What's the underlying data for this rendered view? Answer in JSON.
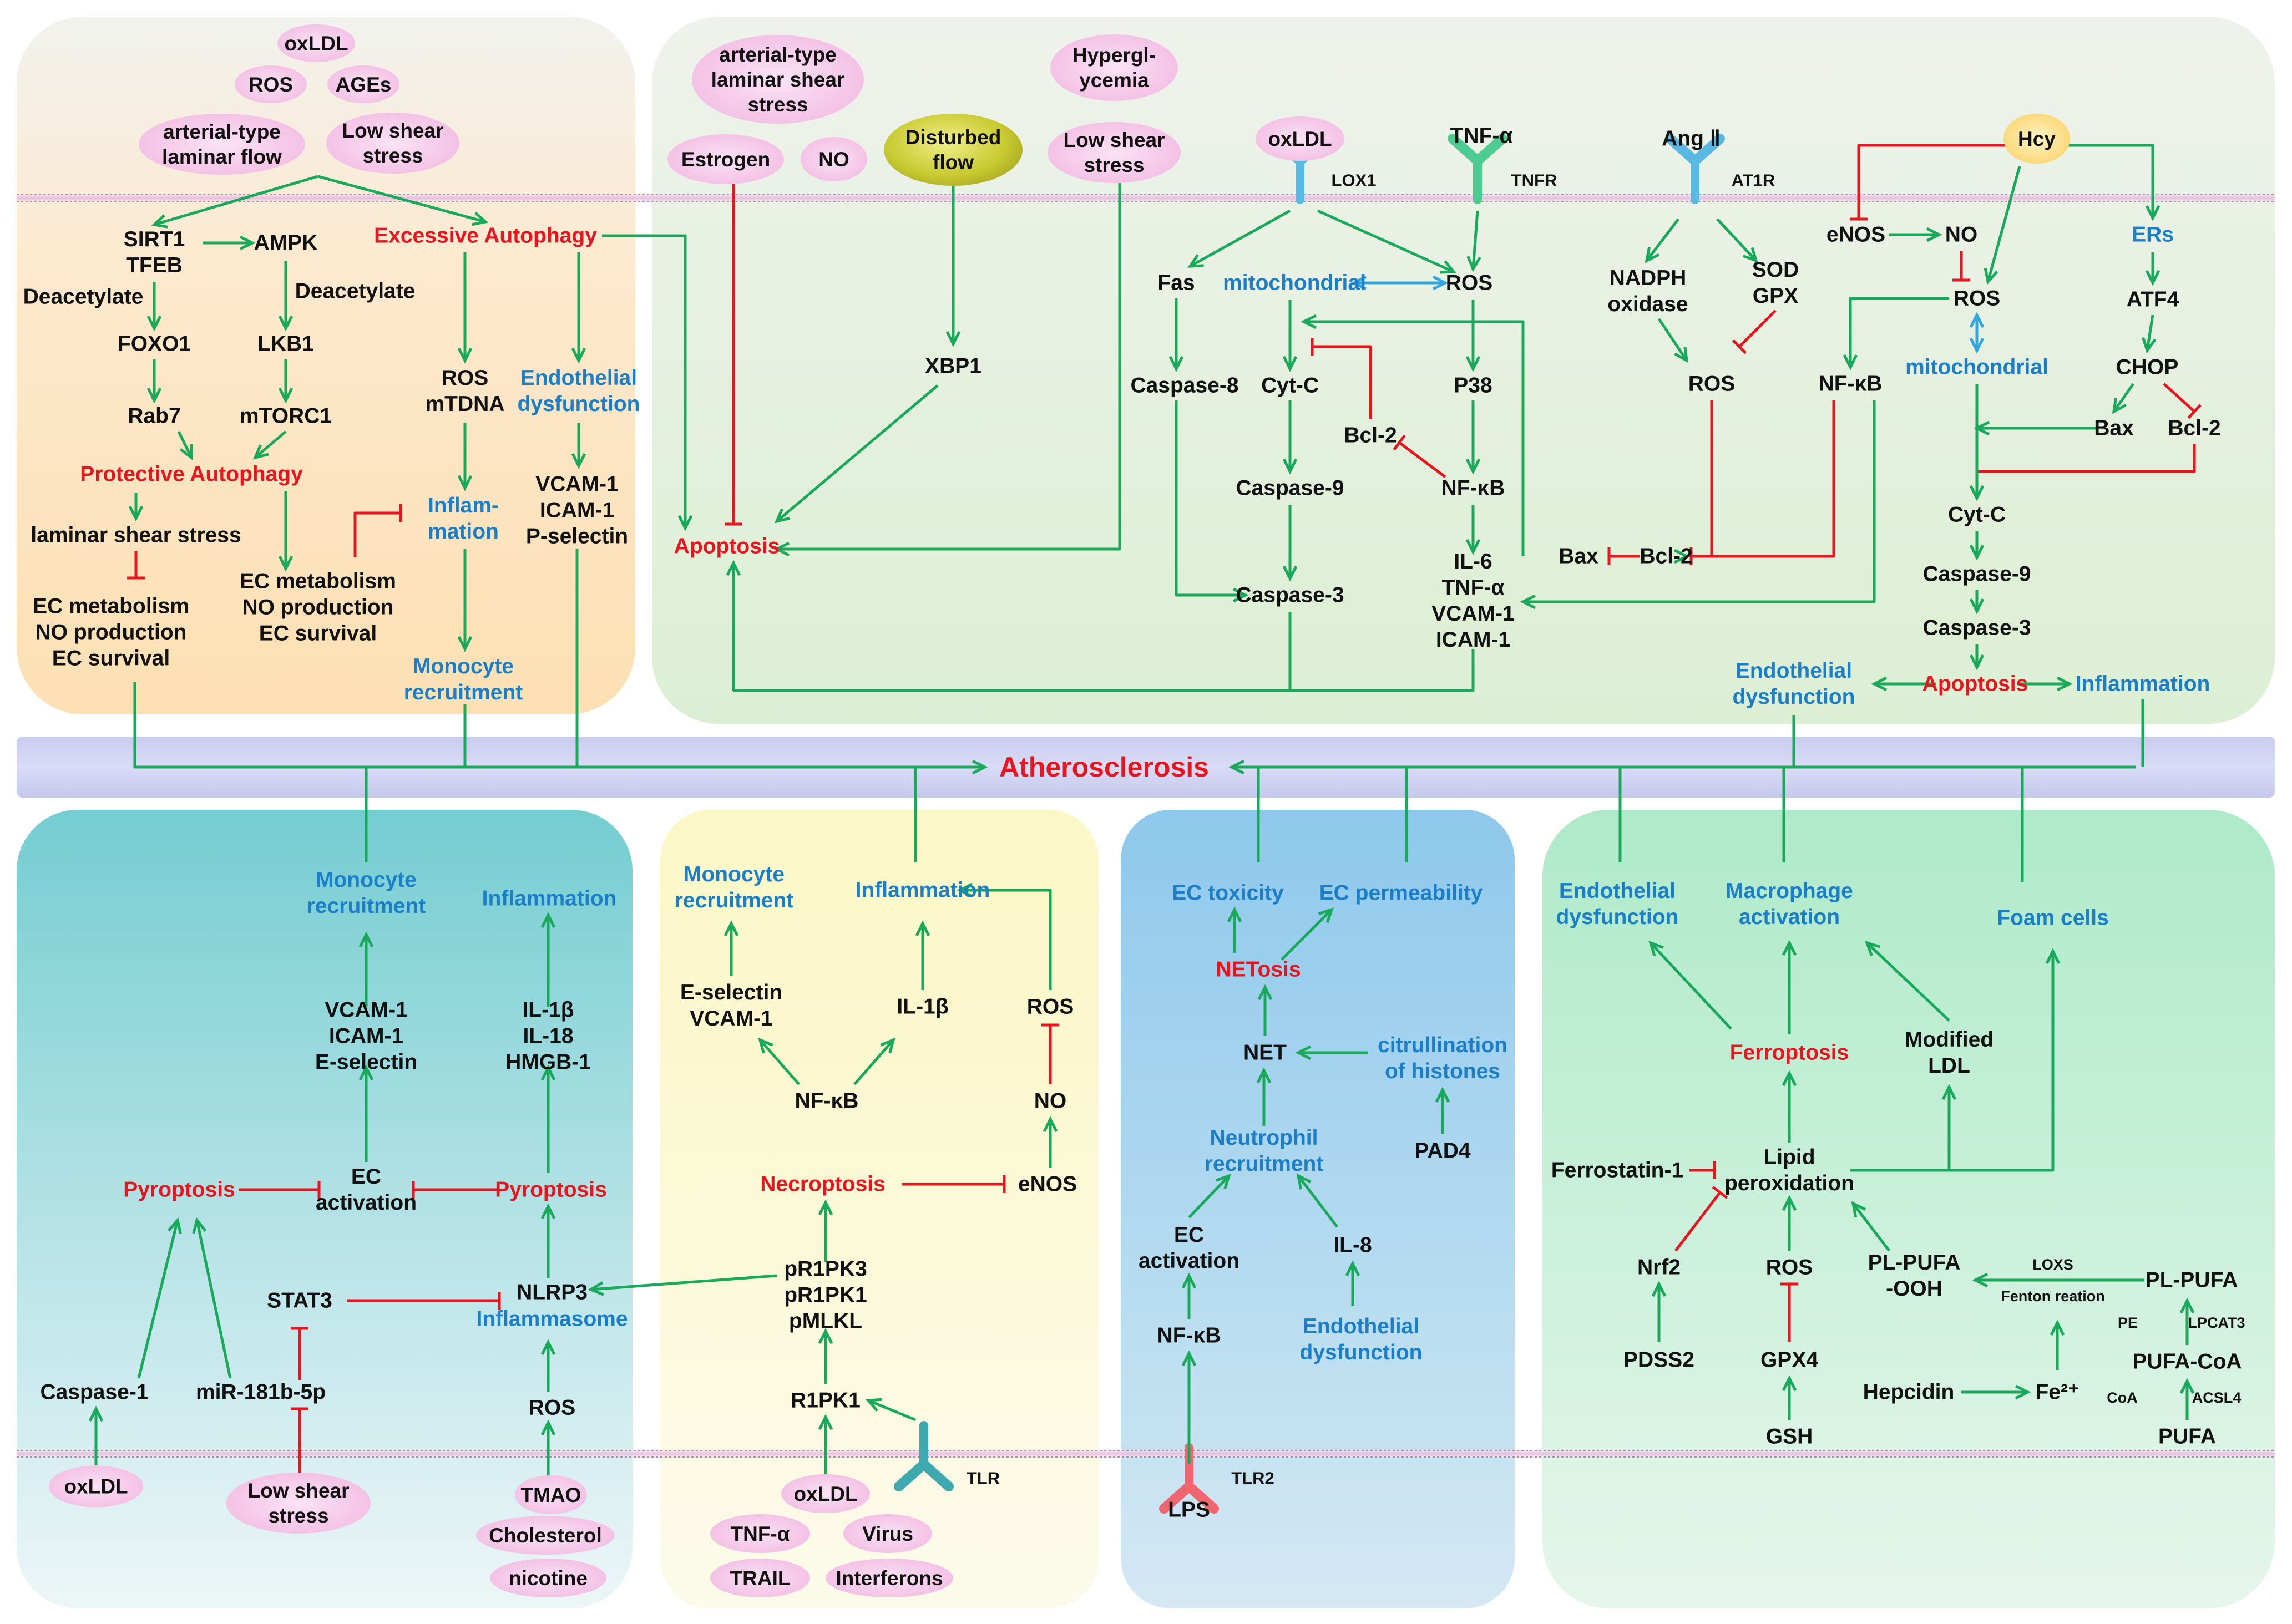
{
  "title": "Atherosclerosis",
  "colors": {
    "activation": "#19a95a",
    "inhibition": "#e8141e",
    "process_blue": "#1a7ec8",
    "process_red": "#e8141e"
  },
  "panel_top_left": {
    "triggers": {
      "oxldl": "oxLDL",
      "ros": "ROS",
      "ages": "AGEs",
      "arterial_laminar_flow": "arterial-type\nlaminar flow",
      "low_shear_stress": "Low shear\nstress"
    },
    "sirt1_tfeb": "SIRT1\nTFEB",
    "ampk": "AMPK",
    "deacetylate_1": "Deacetylate",
    "deacetylate_2": "Deacetylate",
    "foxo1": "FOXO1",
    "lkb1": "LKB1",
    "rab7": "Rab7",
    "mtorc1": "mTORC1",
    "protective_autophagy": "Protective Autophagy",
    "laminar_shear_stress": "laminar shear stress",
    "ec_outcomes_left": "EC metabolism\nNO production\nEC survival",
    "ec_outcomes_right": "EC metabolism\nNO production\nEC survival",
    "excessive_autophagy": "Excessive Autophagy",
    "ros_mtdna": "ROS\nmTDNA",
    "endothelial_dysfunction": "Endothelial\ndysfunction",
    "inflammation": "Inflam-\nmation",
    "adhesion_molecules": "VCAM-1\nICAM-1\nP-selectin",
    "monocyte_recruitment": "Monocyte\nrecruitment"
  },
  "panel_top_right": {
    "arterial_laminar_shear": "arterial-type\nlaminar shear\nstress",
    "estrogen": "Estrogen",
    "no": "NO",
    "disturbed_flow": "Disturbed\nflow",
    "hyperglycemia": "Hypergl-\nycemia",
    "low_shear_stress": "Low shear\nstress",
    "xbp1": "XBP1",
    "apoptosis_left": "Apoptosis",
    "oxldl": "oxLDL",
    "lox1": "LOX1",
    "tnf_alpha": "TNF-α",
    "tnfr": "TNFR",
    "ang_ii": "Ang Ⅱ",
    "at1r": "AT1R",
    "hcy": "Hcy",
    "fas": "Fas",
    "mitochondrial_1": "mitochondrial",
    "ros_1": "ROS",
    "caspase8": "Caspase-8",
    "cytc_1": "Cyt-C",
    "p38": "P38",
    "bcl2_1": "Bcl-2",
    "caspase9_1": "Caspase-9",
    "nfkb_1": "NF-κB",
    "caspase3_1": "Caspase-3",
    "cytokines": "IL-6\nTNF-α\nVCAM-1\nICAM-1",
    "bax_1": "Bax",
    "bcl2_2": "Bcl-2",
    "nadph_oxidase": "NADPH\noxidase",
    "sod_gpx": "SOD\nGPX",
    "ros_2": "ROS",
    "nfkb_2": "NF-κB",
    "enos": "eNOS",
    "no_2": "NO",
    "ros_3": "ROS",
    "mitochondrial_2": "mitochondrial",
    "ers": "ERs",
    "atf4": "ATF4",
    "chop": "CHOP",
    "bax_2": "Bax",
    "bcl2_3": "Bcl-2",
    "cytc_2": "Cyt-C",
    "caspase9_2": "Caspase-9",
    "caspase3_2": "Caspase-3",
    "endothelial_dysfunction": "Endothelial\ndysfunction",
    "apoptosis_right": "Apoptosis",
    "inflammation": "Inflammation"
  },
  "panel_pyroptosis": {
    "monocyte_recruitment": "Monocyte\nrecruitment",
    "inflammation": "Inflammation",
    "adhesion": "VCAM-1\nICAM-1\nE-selectin",
    "interleukins": "IL-1β\nIL-18\nHMGB-1",
    "pyroptosis_left": "Pyroptosis",
    "ec_activation": "EC\nactivation",
    "pyroptosis_right": "Pyroptosis",
    "stat3": "STAT3",
    "nlrp3": "NLRP3",
    "inflammasome": "Inflammasome",
    "caspase1": "Caspase-1",
    "mir181b": "miR-181b-5p",
    "ros": "ROS",
    "oxldl": "oxLDL",
    "low_shear_stress": "Low shear\nstress",
    "tmao": "TMAO",
    "cholesterol": "Cholesterol",
    "nicotine": "nicotine"
  },
  "panel_necroptosis": {
    "monocyte_recruitment": "Monocyte\nrecruitment",
    "inflammation": "Inflammation",
    "eselectin_vcam": "E-selectin\nVCAM-1",
    "il1b": "IL-1β",
    "ros": "ROS",
    "nfkb": "NF-κB",
    "no": "NO",
    "necroptosis": "Necroptosis",
    "enos": "eNOS",
    "phospho": "pR1PK3\npR1PK1\npMLKL",
    "r1pk1": "R1PK1",
    "tlr": "TLR",
    "oxldl": "oxLDL",
    "tnf_alpha": "TNF-α",
    "virus": "Virus",
    "trail": "TRAIL",
    "interferons": "Interferons"
  },
  "panel_netosis": {
    "ec_toxicity": "EC toxicity",
    "ec_permeability": "EC permeability",
    "netosis": "NETosis",
    "net": "NET",
    "citrullination": "citrullination\nof histones",
    "neutrophil_recruitment": "Neutrophil\nrecruitment",
    "pad4": "PAD4",
    "ec_activation": "EC\nactivation",
    "il8": "IL-8",
    "nfkb": "NF-κB",
    "endothelial_dysfunction": "Endothelial\ndysfunction",
    "lps": "LPS",
    "tlr2": "TLR2"
  },
  "panel_ferroptosis": {
    "endothelial_dysfunction": "Endothelial\ndysfunction",
    "macrophage_activation": "Macrophage\nactivation",
    "foam_cells": "Foam cells",
    "ferroptosis": "Ferroptosis",
    "modified_ldl": "Modified\nLDL",
    "ferrostatin": "Ferrostatin-1",
    "lipid_peroxidation": "Lipid\nperoxidation",
    "nrf2": "Nrf2",
    "ros": "ROS",
    "pl_pufa_ooh": "PL-PUFA\n-OOH",
    "loxs": "LOXS",
    "fenton": "Fenton reation",
    "pl_pufa": "PL-PUFA",
    "pdss2": "PDSS2",
    "gpx4": "GPX4",
    "pe": "PE",
    "lpcat3": "LPCAT3",
    "pufa_coa": "PUFA-CoA",
    "hepcidin": "Hepcidin",
    "fe": "Fe²⁺",
    "coa": "CoA",
    "acsl4": "ACSL4",
    "gsh": "GSH",
    "pufa": "PUFA"
  }
}
